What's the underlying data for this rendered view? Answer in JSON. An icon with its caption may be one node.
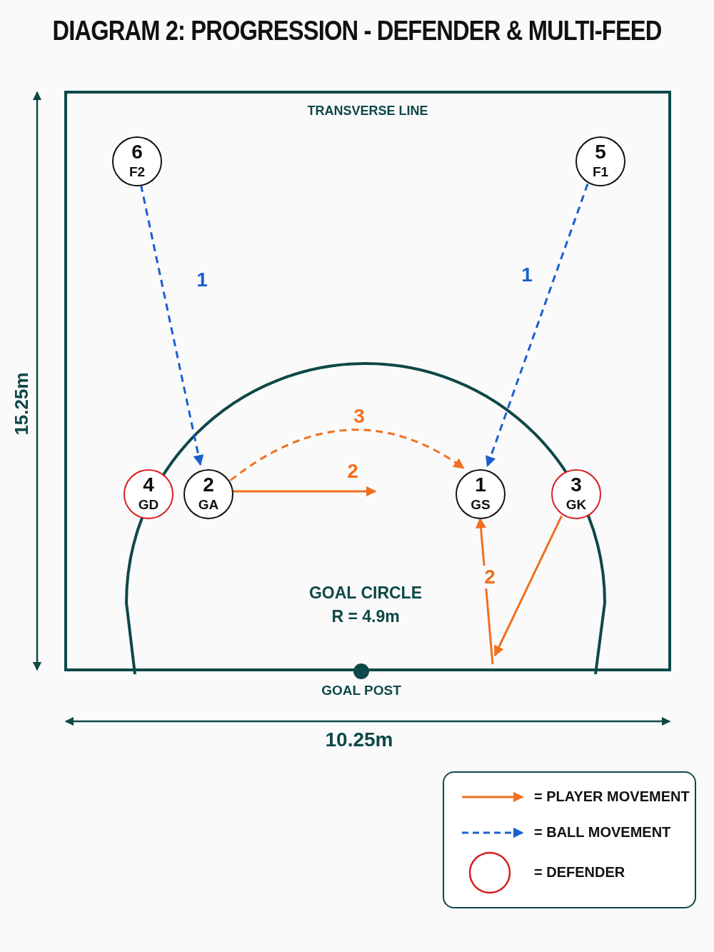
{
  "diagram": {
    "title": "DIAGRAM 2: PROGRESSION - DEFENDER & MULTI-FEED",
    "nodes": [
      {
        "text": [
          "TRANSVERSE LINE"
        ]
      },
      {
        "text": [
          "GOAL CIRCLE",
          "R = 4.9m"
        ],
        "in": 0
      },
      {
        "text": [
          "6",
          "F2"
        ],
        "in": 0
      },
      {
        "text": [
          "5",
          "F1"
        ],
        "in": 0
      },
      {
        "text": [
          "4",
          "GD"
        ],
        "in": 1
      },
      {
        "text": [
          "2",
          "GA"
        ],
        "in": 1
      },
      {
        "text": [
          "1",
          "GS"
        ],
        "in": 1
      },
      {
        "text": [
          "3",
          "GK"
        ],
        "in": 1
      }
    ],
    "edges": [
      {
        "from": 2,
        "to": 5,
        "arrow": "to",
        "label": "1",
        "style": "dashed",
        "color": "#1a5fd0"
      },
      {
        "from": 3,
        "to": 6,
        "arrow": "to",
        "label": "1",
        "style": "dashed",
        "color": "#1a5fd0"
      },
      {
        "from": 5,
        "to": 6,
        "arrow": "to",
        "label": "3",
        "style": "dashed"
      },
      {
        "from": 5,
        "to": null,
        "arrow": "to",
        "label": "2"
      },
      {
        "from": 7,
        "to": null,
        "arrow": "to"
      },
      {
        "from": null,
        "to": 6,
        "arrow": "to",
        "label": "2"
      }
    ],
    "labels": [
      "GOAL POST",
      "15.25m",
      "10.25m"
    ],
    "legend": [
      {
        "text": "= PLAYER MOVEMENT"
      },
      {
        "text": "= BALL MOVEMENT"
      },
      {
        "text": "= DEFENDER"
      }
    ]
  }
}
